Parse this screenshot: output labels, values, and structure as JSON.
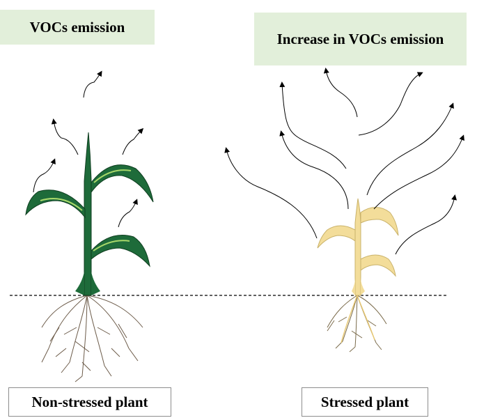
{
  "labels": {
    "left_title": "VOCs emission",
    "right_title": "Increase in VOCs emission",
    "left_caption": "Non-stressed plant",
    "right_caption": "Stressed plant"
  },
  "colors": {
    "label_background": "#e2efda",
    "healthy_leaf": "#1e6b3a",
    "healthy_vein": "#a8d86a",
    "stressed_leaf": "#f3dd9a",
    "stressed_outline": "#c9b26a",
    "root": "#6b5a48"
  }
}
